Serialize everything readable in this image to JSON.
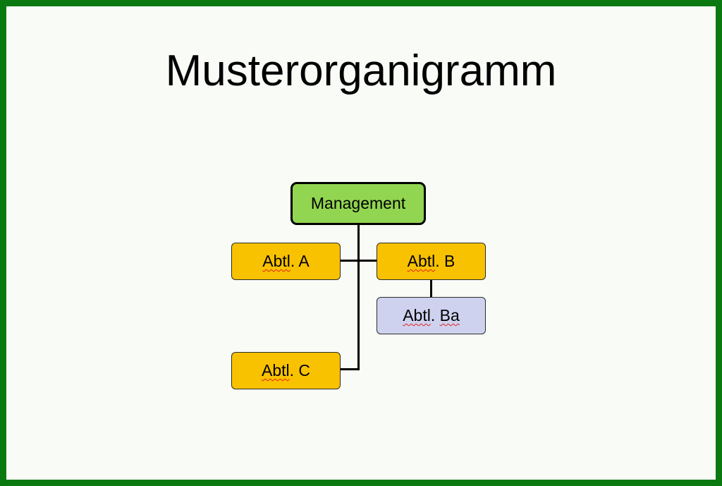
{
  "title": "Musterorganigramm",
  "nodes": {
    "management": {
      "label": "Management",
      "fill": "#92d550"
    },
    "abtl_a": {
      "prefix": "Abtl",
      "suffix": ". A",
      "fill": "#f9c200"
    },
    "abtl_b": {
      "prefix": "Abtl",
      "suffix": ". B",
      "fill": "#f9c200"
    },
    "abtl_ba": {
      "prefix": "Abtl",
      "suffix": ". ",
      "tail": "Ba",
      "fill": "#cfd2ef"
    },
    "abtl_c": {
      "prefix": "Abtl",
      "suffix": ". C",
      "fill": "#f9c200"
    }
  },
  "colors": {
    "frame": "#0a7a10",
    "background": "#f9fbf7",
    "connector": "#000000"
  }
}
